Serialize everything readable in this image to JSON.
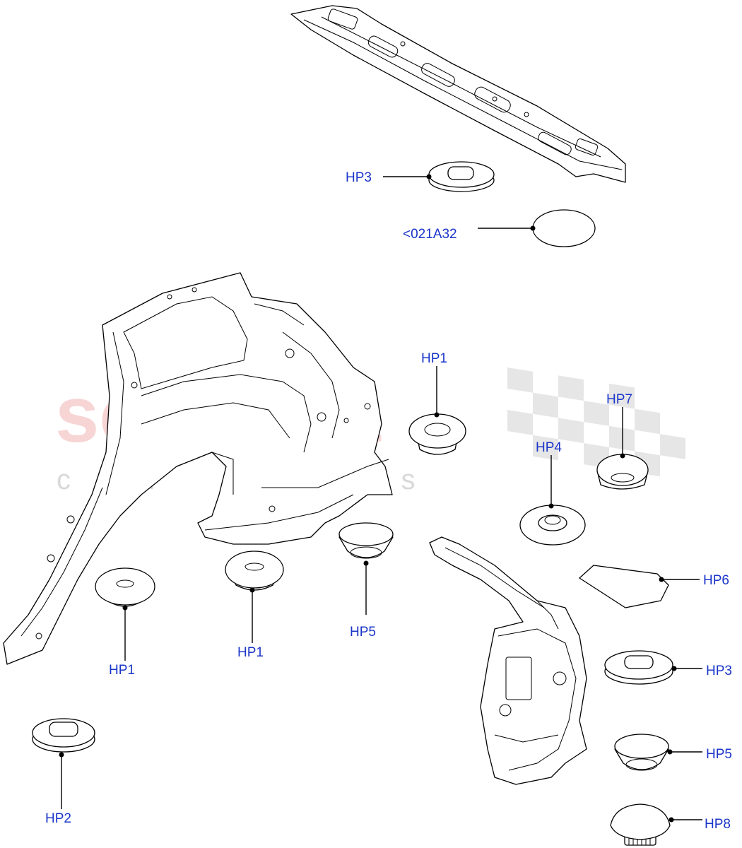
{
  "watermark": {
    "brand": "scuderia",
    "subtitle": "car parts"
  },
  "callouts": {
    "hp3_top": "HP3",
    "ref_021a32": "<021A32",
    "hp1_center": "HP1",
    "hp7": "HP7",
    "hp4": "HP4",
    "hp6": "HP6",
    "hp1_left": "HP1",
    "hp1_mid": "HP1",
    "hp5_mid": "HP5",
    "hp3_right": "HP3",
    "hp5_right": "HP5",
    "hp2": "HP2",
    "hp8": "HP8"
  },
  "colors": {
    "label": "#1a35c9",
    "watermark_red": "#f5c8c8",
    "watermark_gray": "#d9d9d9",
    "line": "#000000"
  }
}
